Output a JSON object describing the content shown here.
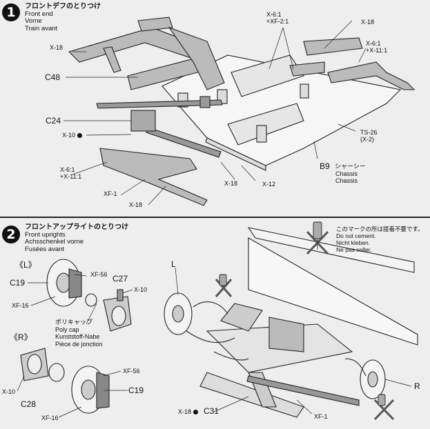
{
  "step1": {
    "number": "1",
    "title_jp": "フロントデフのとりつけ",
    "title_en": "Front end",
    "title_de": "Vorne",
    "title_fr": "Train avant",
    "labels": {
      "c48": "C48",
      "c24": "C24",
      "x10_left": "X-10",
      "x6_left": "X-6:1\n+X-11:1",
      "xf1": "XF-1",
      "x18_bottom": "X-18",
      "x18_mid": "X-18",
      "x12": "X-12",
      "x18_topleft": "X-18",
      "x6_top": "X-6:1\n+XF-2:1",
      "x18_topright": "X-18",
      "x6_right": "X-6:1\n+X-11:1",
      "ts26": "TS-26\n(X-2)",
      "b9": "B9",
      "b9_jp": "シャーシー",
      "b9_en": "Chassis",
      "b9_de": "Chassis"
    }
  },
  "step2": {
    "number": "2",
    "title_jp": "フロントアップライトのとりつけ",
    "title_en": "Front uprights",
    "title_de": "Achsschenkel vorne",
    "title_fr": "Fusées avant",
    "note": {
      "jp": "このマークの所は接着不要です。",
      "en": "Do not cement.",
      "de": "Nicht kleben.",
      "fr": "Ne pas coller."
    },
    "labels": {
      "left_marker": "《L》",
      "right_marker": "《R》",
      "c19_left": "C19",
      "xf56_left": "XF-56",
      "xf16_left": "XF-16",
      "c27": "C27",
      "x10_upright": "X-10",
      "polycap_jp": "ポリキャップ",
      "polycap_en": "Poly cap",
      "polycap_de": "Kunststoff-Nabe",
      "polycap_fr": "Pièce de jonction",
      "x10_r": "X-10",
      "c28": "C28",
      "xf56_right": "XF-56",
      "c19_right": "C19",
      "xf16_right": "XF-16",
      "l_assembly": "L",
      "r_assembly": "R",
      "x18": "X-18",
      "c31": "C31",
      "xf1": "XF-1"
    }
  }
}
